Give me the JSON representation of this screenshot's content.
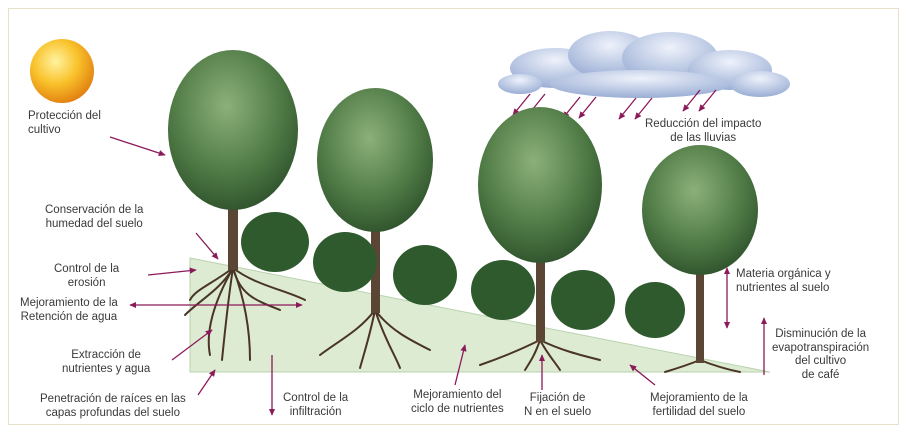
{
  "labels": {
    "crop_protection": [
      "Protección del",
      "cultivo"
    ],
    "rain_impact": [
      "Reducción del impacto",
      "de las lluvias"
    ],
    "soil_moisture": [
      "Conservación de la",
      "humedad del suelo"
    ],
    "erosion": [
      "Control de la",
      "erosión"
    ],
    "water_retention": [
      "Mejoramiento de la",
      "Retención de agua"
    ],
    "nutrient_extraction": [
      "Extracción de",
      "nutrientes y agua"
    ],
    "root_penetration": [
      "Penetración de raíces en las",
      "capas profundas del suelo"
    ],
    "infiltration": [
      "Control de la",
      "infiltración"
    ],
    "nutrient_cycle": [
      "Mejoramiento del",
      "ciclo de nutrientes"
    ],
    "n_fixation": [
      "Fijación de",
      "N en el suelo"
    ],
    "soil_fertility": [
      "Mejoramiento de la",
      "fertilidad del suelo"
    ],
    "organic_matter": [
      "Materia orgánica y",
      "nutrientes al suelo"
    ],
    "evapotranspiration": [
      "Disminución de la",
      "evapotranspiración",
      "del cultivo",
      "de café"
    ]
  },
  "colors": {
    "arrow": "#8b1a5a",
    "ground": "#dcebd2",
    "foliage_dark": "#2f5a2e",
    "foliage_light": "#6f9a62",
    "trunk": "#5b4636",
    "roots": "#4a3525",
    "sun": "#f6a21c",
    "cloud": "#aebfe0"
  },
  "icons": [
    "sun-icon",
    "cloud-icon",
    "rain-arrows-icon",
    "tree-icon",
    "coffee-plant-icon",
    "roots-icon"
  ]
}
